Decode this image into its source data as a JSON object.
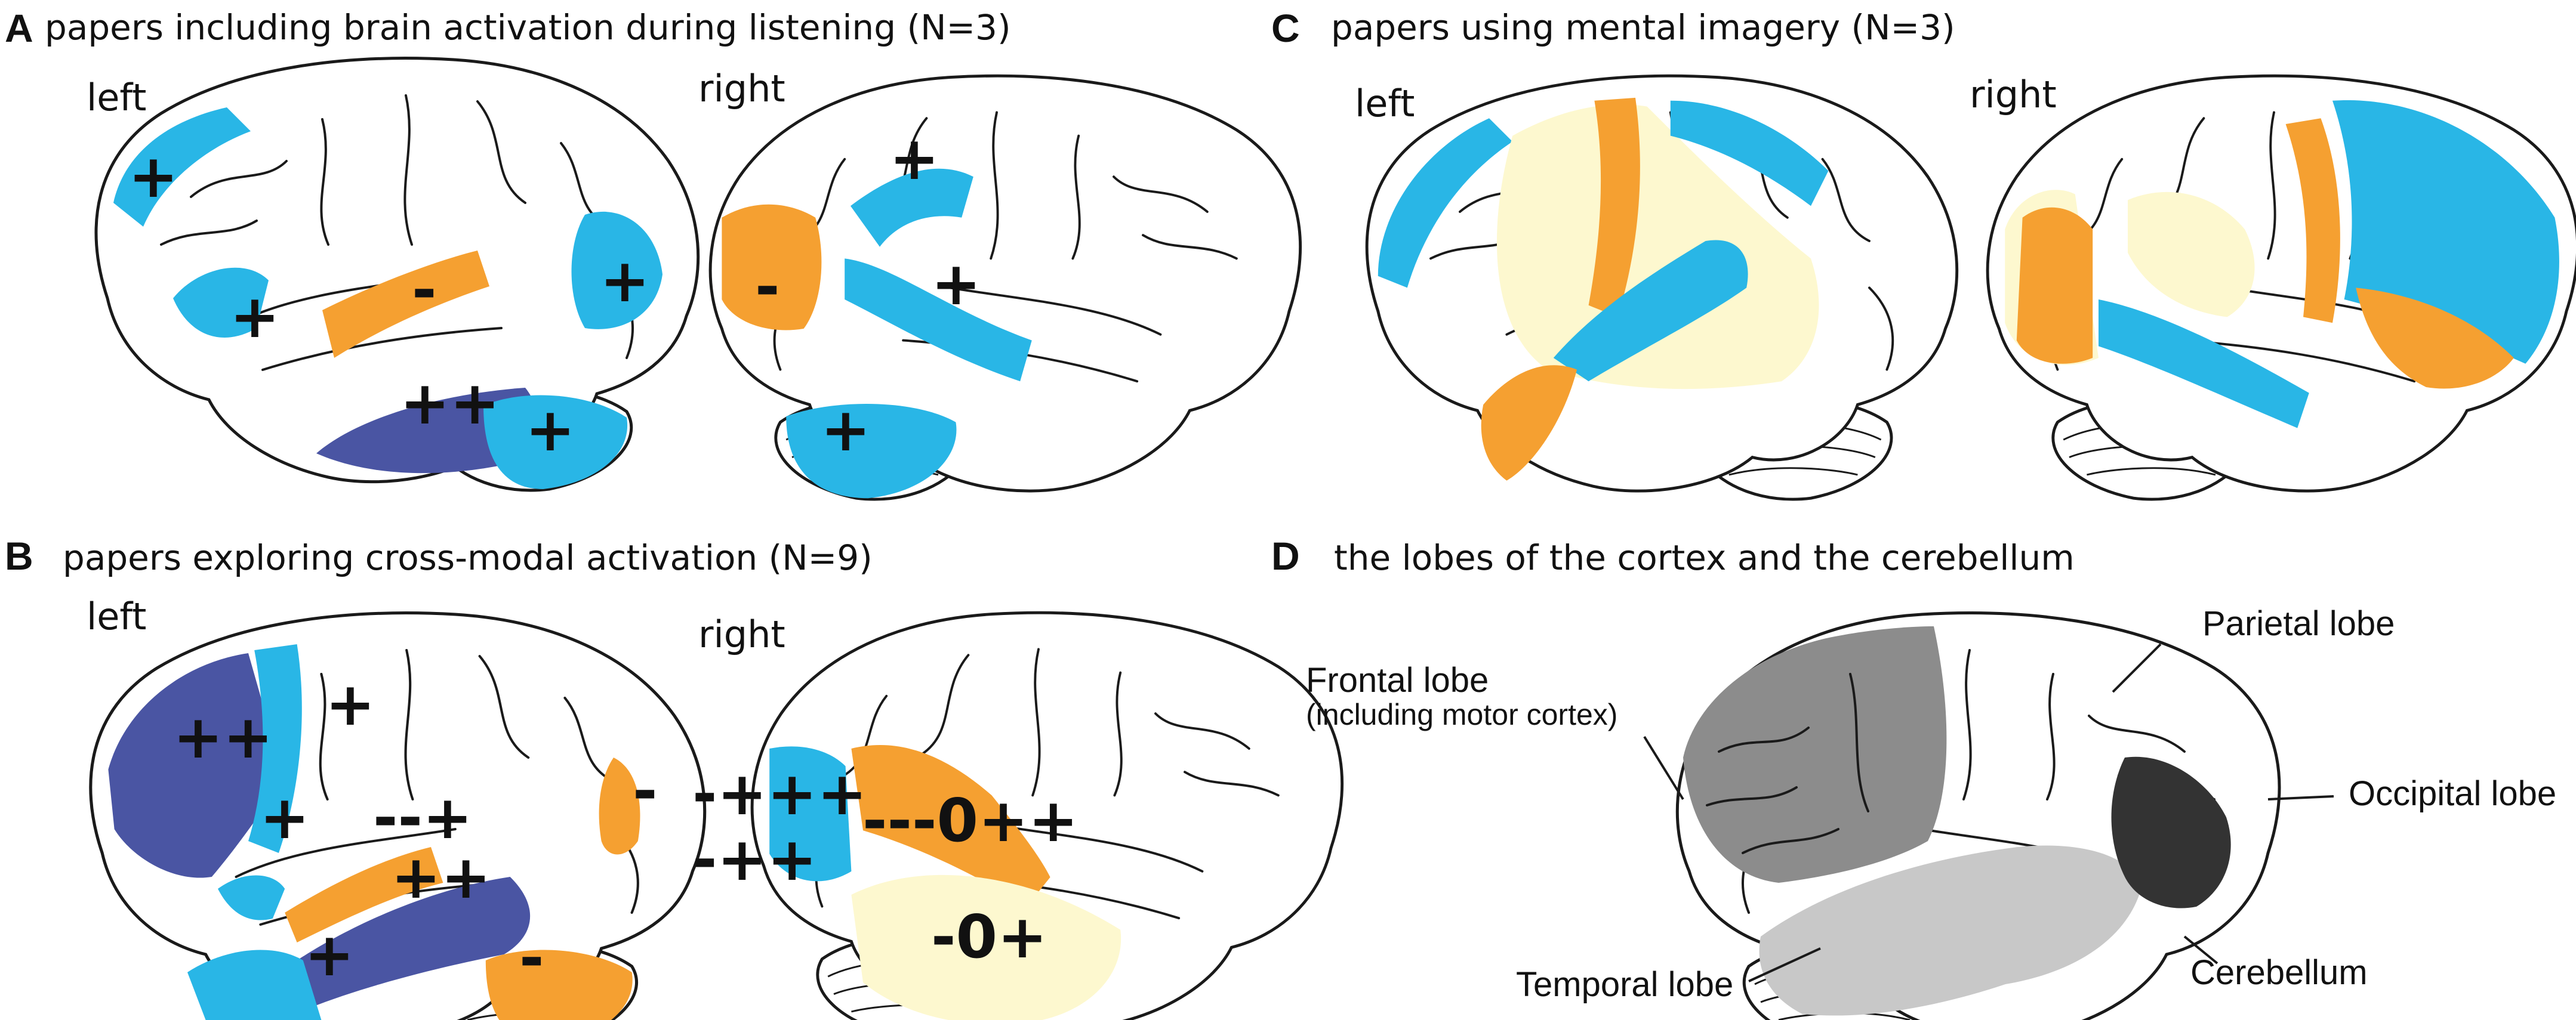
{
  "colors": {
    "blue": "#29b6e6",
    "dark_blue": "#4a55a3",
    "orange": "#f5a031",
    "cream": "#fdf8cf",
    "grey_dark": "#8c8c8c",
    "grey_light": "#c8c8c8",
    "black": "#333333"
  },
  "panels": {
    "A": {
      "letter": "A",
      "title": "papers including brain activation during listening (N=3)",
      "left": "left",
      "right": "right"
    },
    "B": {
      "letter": "B",
      "title": "papers exploring cross-modal activation (N=9)",
      "left": "left",
      "right": "right"
    },
    "C": {
      "letter": "C",
      "title": "papers using mental imagery (N=3)",
      "left": "left",
      "right": "right"
    },
    "D": {
      "letter": "D",
      "title": "the lobes of the cortex and the cerebellum"
    }
  },
  "marks": {
    "A_left": [
      "+",
      "+",
      "-",
      "+",
      "++",
      "+"
    ],
    "A_right": [
      "+",
      "-",
      "+",
      "+"
    ],
    "B_left": [
      "++",
      "+",
      "+",
      "--+",
      "++",
      "-",
      "+",
      "-"
    ],
    "B_right": [
      "-+++",
      "-++",
      "---0++",
      "-0+"
    ]
  },
  "lobes": {
    "frontal": "Frontal lobe",
    "frontal_sub": "(including motor cortex)",
    "parietal": "Parietal lobe",
    "occipital": "Occipital lobe",
    "temporal": "Temporal lobe",
    "cerebellum": "Cerebellum"
  }
}
